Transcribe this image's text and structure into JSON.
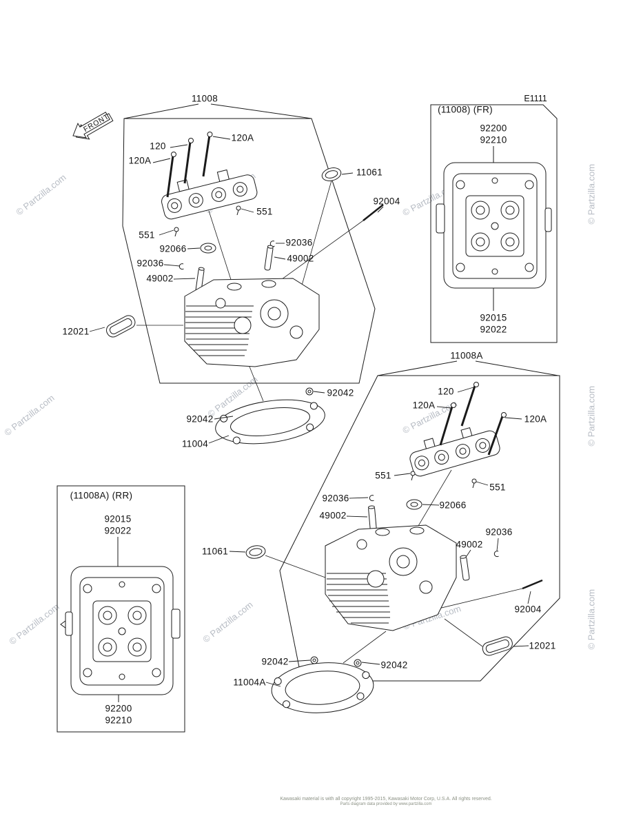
{
  "page": {
    "code": "E1111",
    "watermark": "© Partzilla.com",
    "front_label": "FRONT",
    "footer_line1": "Kawasaki material is with all copyright 1995-2015, Kawasaki Motor Corp, U.S.A. All rights reserved.",
    "footer_line2": "Parts diagram data provided by www.partzilla.com"
  },
  "inset_front": {
    "title": "(11008) (FR)",
    "top1": "92200",
    "top2": "92210",
    "bottom1": "92015",
    "bottom2": "92022"
  },
  "inset_rear": {
    "title": "(11008A) (RR)",
    "top1": "92015",
    "top2": "92022",
    "bottom1": "92200",
    "bottom2": "92210"
  },
  "callouts": [
    {
      "text": "11008"
    },
    {
      "text": "120A"
    },
    {
      "text": "120"
    },
    {
      "text": "120A"
    },
    {
      "text": "11061"
    },
    {
      "text": "92004"
    },
    {
      "text": "551"
    },
    {
      "text": "551"
    },
    {
      "text": "92066"
    },
    {
      "text": "92036"
    },
    {
      "text": "92036"
    },
    {
      "text": "49002"
    },
    {
      "text": "49002"
    },
    {
      "text": "12021"
    },
    {
      "text": "92042"
    },
    {
      "text": "92042"
    },
    {
      "text": "11004"
    },
    {
      "text": "11008A"
    },
    {
      "text": "120"
    },
    {
      "text": "120A"
    },
    {
      "text": "120A"
    },
    {
      "text": "551"
    },
    {
      "text": "551"
    },
    {
      "text": "92036"
    },
    {
      "text": "92066"
    },
    {
      "text": "49002"
    },
    {
      "text": "92036"
    },
    {
      "text": "49002"
    },
    {
      "text": "11061"
    },
    {
      "text": "92004"
    },
    {
      "text": "12021"
    },
    {
      "text": "92042"
    },
    {
      "text": "92042"
    },
    {
      "text": "11004A"
    }
  ]
}
